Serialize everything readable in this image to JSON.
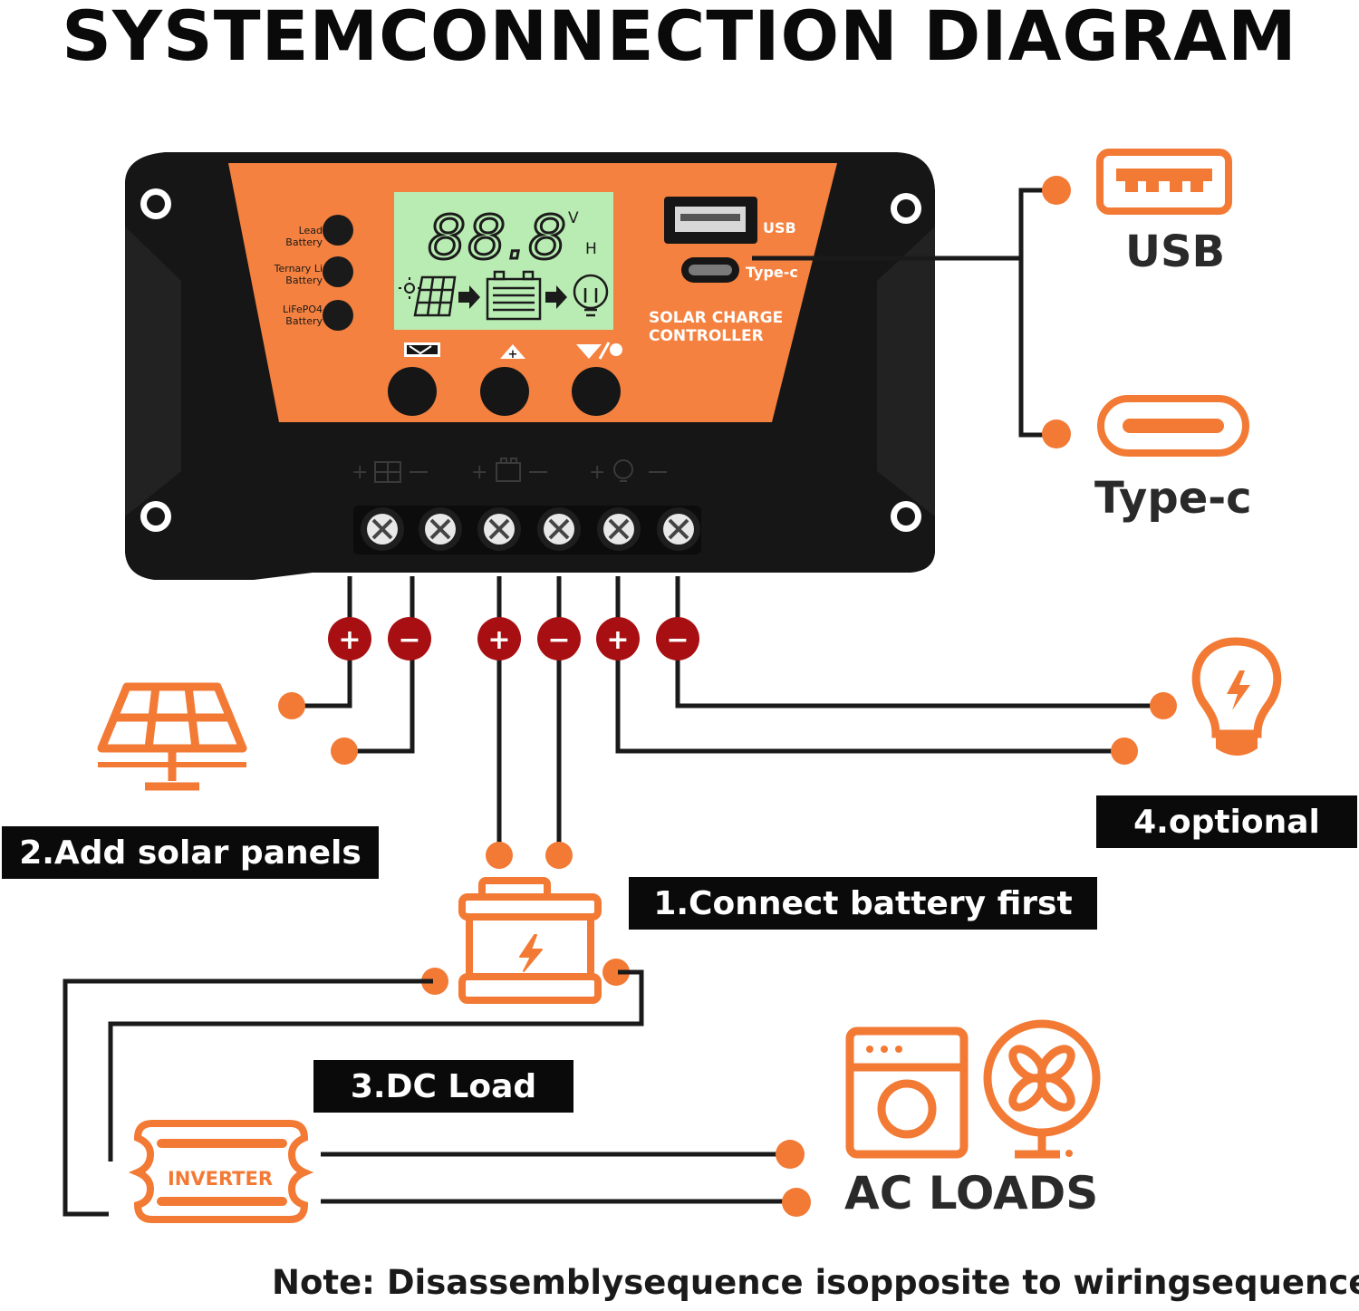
{
  "title": "SYSTEMCONNECTION DIAGRAM",
  "controller": {
    "name": "SOLAR CHARGE\nCONTROLLER",
    "name_line1": "SOLAR CHARGE",
    "name_line2": "CONTROLLER",
    "lcd_digits": "88.8",
    "lcd_unit_v": "V",
    "lcd_unit_h": "H",
    "battery_types": [
      "Lead\nBattery",
      "Ternary Li\nBattery",
      "LiFePO4\nBattery"
    ],
    "battery_lines": [
      [
        "Lead",
        "Battery"
      ],
      [
        "Ternary Li",
        "Battery"
      ],
      [
        "LiFePO4",
        "Battery"
      ]
    ],
    "usb_port_label": "USB",
    "typec_port_label": "Type-c"
  },
  "outputs": {
    "usb_label": "USB",
    "typec_label": "Type-c"
  },
  "terminals": [
    "+",
    "−",
    "+",
    "−",
    "+",
    "−"
  ],
  "steps": {
    "battery": "1.Connect battery first",
    "solar": "2.Add solar panels",
    "dc_load": "3.DC Load",
    "optional": "4.optional"
  },
  "inverter_label": "INVERTER",
  "ac_loads_label": "AC LOADS",
  "note": "Note: Disassemblysequence isopposite to wiringsequence.",
  "colors": {
    "accent": "#f27a35",
    "panel_orange": "#f4813f",
    "body": "#161616",
    "lcd": "#b9ecb2",
    "terminal_red": "#a80f12",
    "black": "#0a0a0a"
  }
}
